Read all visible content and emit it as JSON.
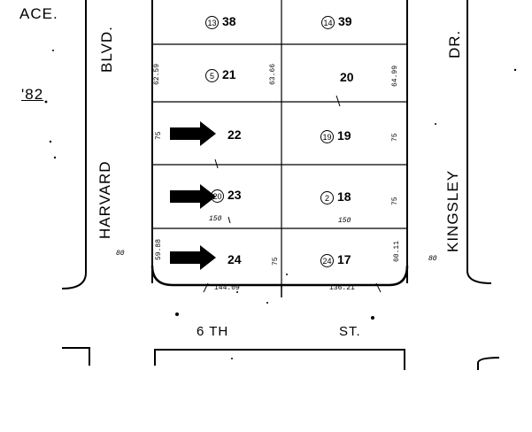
{
  "labels": {
    "top_left": "ACE.",
    "page_ref": "'82",
    "street_left_1": "BLVD.",
    "street_left_2": "HARVARD",
    "street_right_1": "DR.",
    "street_right_2": "KINGSLEY",
    "street_bottom_1": "6 TH",
    "street_bottom_2": "ST."
  },
  "lots": {
    "lot_38": {
      "circle": "13",
      "number": "38"
    },
    "lot_39": {
      "circle": "14",
      "number": "39"
    },
    "lot_21": {
      "circle": "5",
      "number": "21"
    },
    "lot_20": {
      "number": "20"
    },
    "lot_22": {
      "number": "22"
    },
    "lot_19": {
      "circle": "19",
      "number": "19"
    },
    "lot_23": {
      "circle": "20",
      "number": "23"
    },
    "lot_18": {
      "circle": "2",
      "number": "18"
    },
    "lot_24": {
      "number": "24"
    },
    "lot_17": {
      "circle": "24",
      "number": "17"
    }
  },
  "dimensions": {
    "d_150_left": "150",
    "d_150_right": "150",
    "d_75_a": "75",
    "d_75_b": "75",
    "d_75_c": "75",
    "d_75_d": "75",
    "d_80_left": "80",
    "d_80_right": "80",
    "d_6259": "62.59",
    "d_6366": "63.66",
    "d_6499": "64.99",
    "d_6011": "60.11",
    "d_5988": "59.88",
    "d_14409": "144.09",
    "d_13621": "136.21"
  },
  "arrows": [
    {
      "target_lot": "22"
    },
    {
      "target_lot": "23"
    },
    {
      "target_lot": "24"
    }
  ],
  "colors": {
    "ink": "#000000",
    "paper": "#ffffff"
  }
}
